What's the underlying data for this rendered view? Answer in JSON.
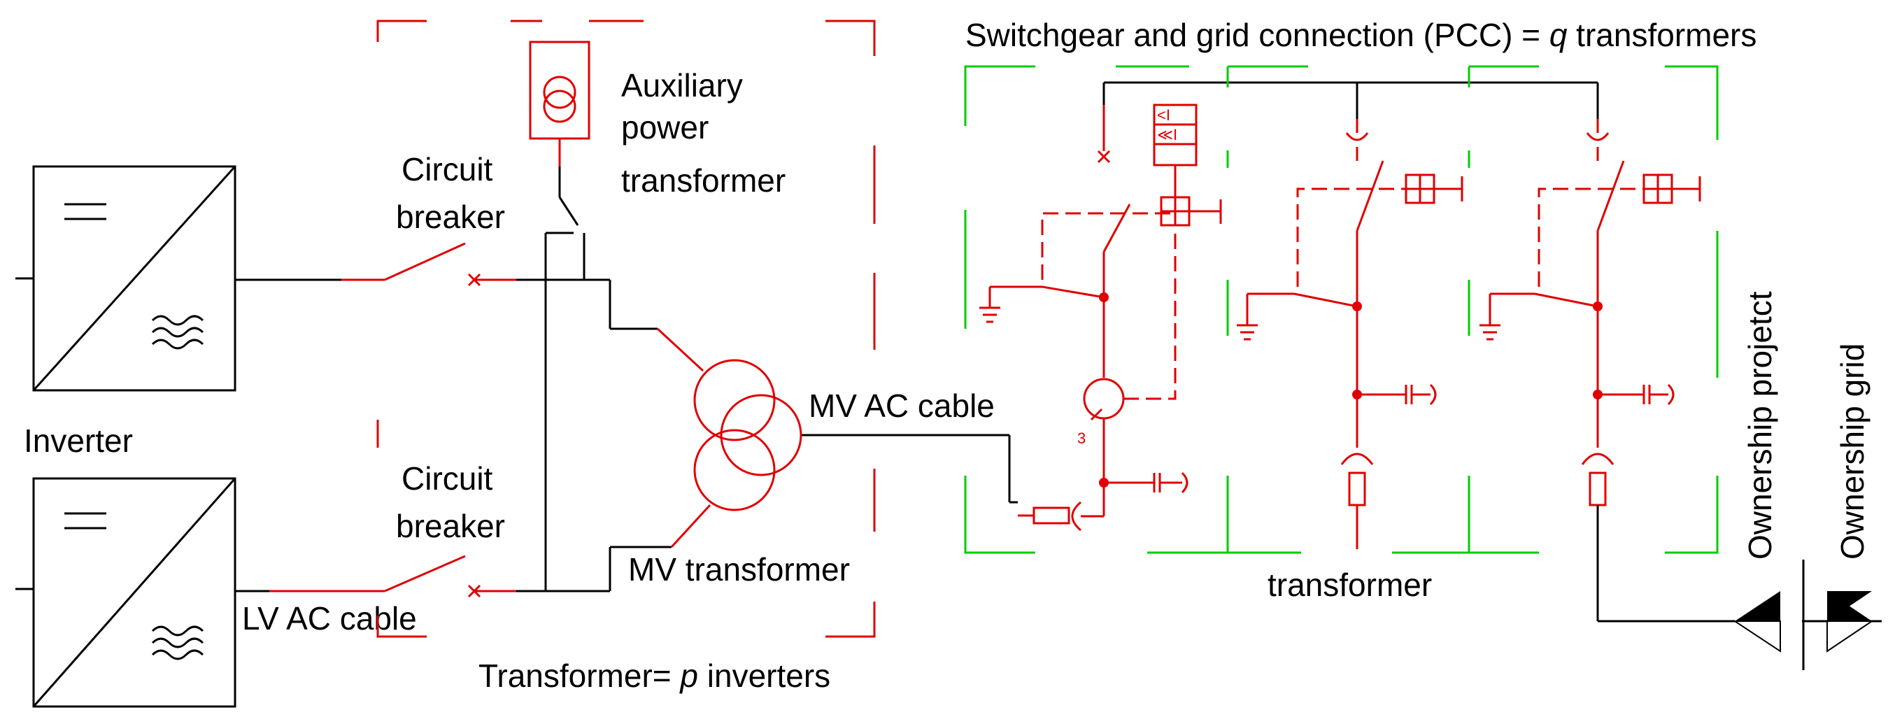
{
  "labels": {
    "inverter": "Inverter",
    "circuit_breaker_top": [
      "Circuit",
      "breaker"
    ],
    "circuit_breaker_bottom": [
      "Circuit",
      "breaker"
    ],
    "aux_transformer": [
      "Auxiliary",
      "power",
      "transformer"
    ],
    "lv_ac_cable": "LV AC cable",
    "mv_ac_cable": "MV AC cable",
    "mv_transformer": "MV transformer",
    "transformer_group_prefix": "Transformer= ",
    "transformer_group_var": "p",
    "transformer_group_suffix": " inverters",
    "switchgear_prefix": "Switchgear and grid connection (PCC) = ",
    "switchgear_var": "q",
    "switchgear_suffix": " transformers",
    "transformer_bottom": "transformer",
    "ownership_project": "Ownership projetct",
    "ownership_grid": "Ownership grid",
    "ct_count": "3",
    "relay_a": "<I",
    "relay_b": "≪I"
  },
  "colors": {
    "line_black": "#000000",
    "equipment_red": "#e00000",
    "boundary_green": "#00cc00",
    "boundary_red": "#e00000"
  }
}
